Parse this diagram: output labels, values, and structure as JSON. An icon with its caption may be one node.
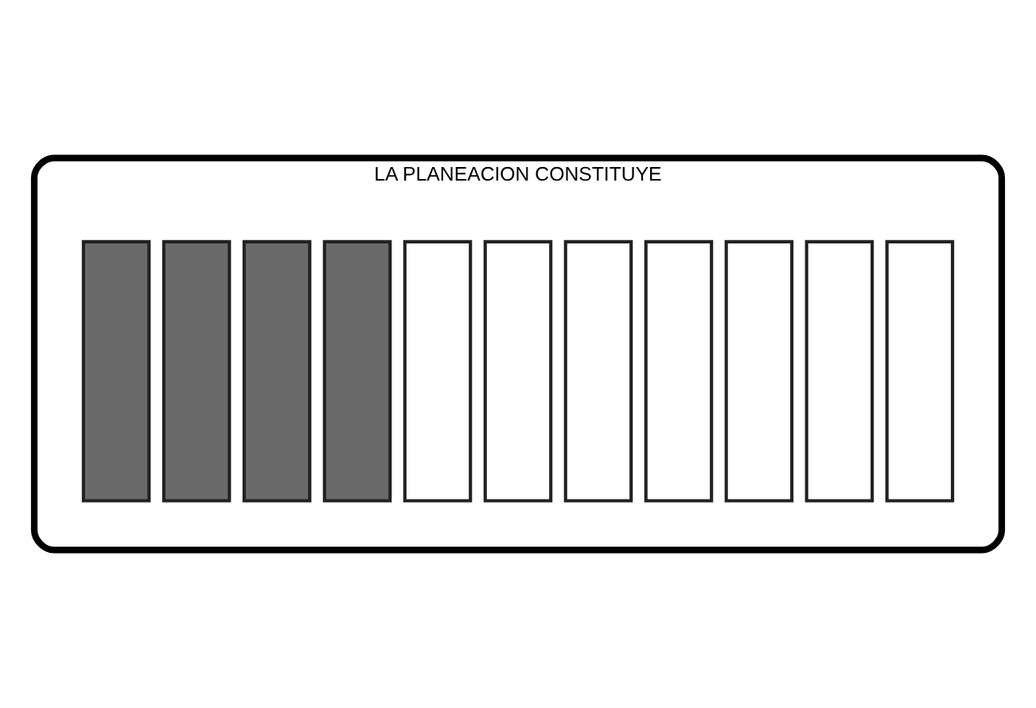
{
  "diagram": {
    "nodes": [
      {
        "text": [
          "LA PLANEACION CONSTITUYE"
        ]
      },
      {
        "text": [],
        "shape": "bar",
        "in": 0
      },
      {
        "text": [],
        "shape": "bar",
        "in": 0
      },
      {
        "text": [],
        "shape": "bar",
        "in": 0
      },
      {
        "text": [],
        "shape": "bar",
        "in": 0
      },
      {
        "text": [],
        "shape": "bar",
        "in": 0
      },
      {
        "text": [],
        "shape": "bar",
        "in": 0
      },
      {
        "text": [],
        "shape": "bar",
        "in": 0
      },
      {
        "text": [],
        "shape": "bar",
        "in": 0
      },
      {
        "text": [],
        "shape": "bar",
        "in": 0
      },
      {
        "text": [],
        "shape": "bar",
        "in": 0
      },
      {
        "text": [],
        "shape": "bar",
        "in": 0
      }
    ]
  }
}
